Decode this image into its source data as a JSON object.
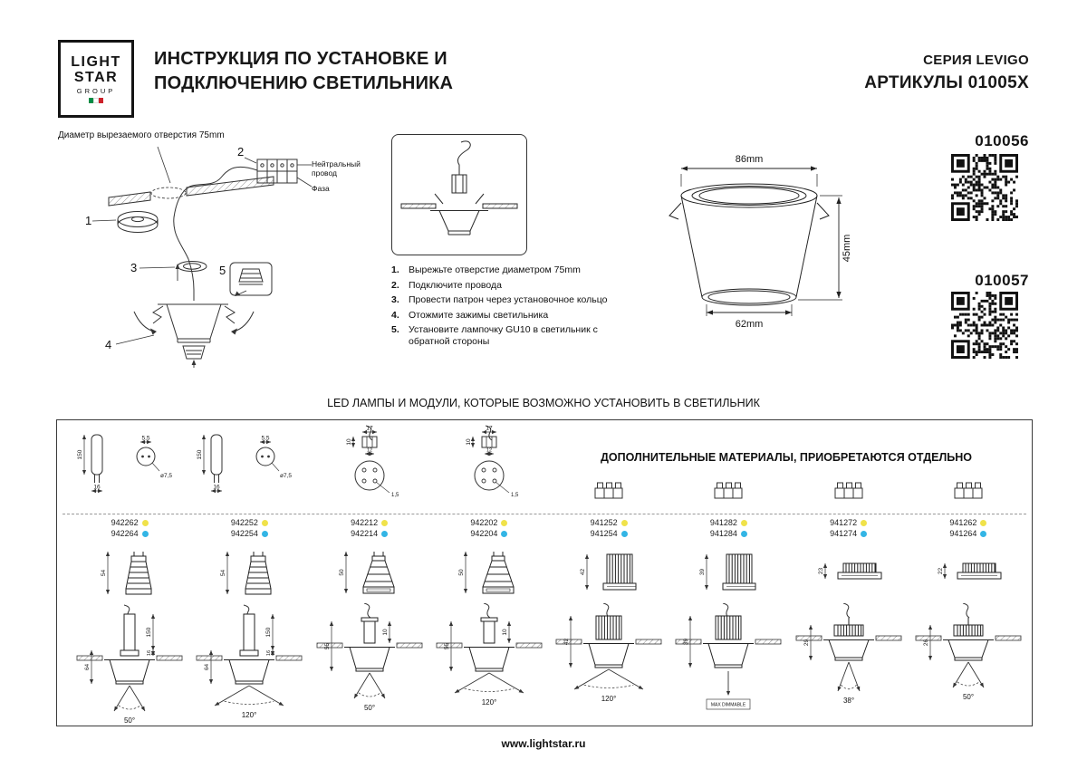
{
  "page": {
    "accent_yellow": "#f0e24a",
    "accent_blue": "#33b5e5"
  },
  "header": {
    "logo": {
      "line1": "LIGHT",
      "line2": "STAR",
      "line3": "GROUP"
    },
    "title_line1": "ИНСТРУКЦИЯ ПО УСТАНОВКЕ И",
    "title_line2": "ПОДКЛЮЧЕНИЮ СВЕТИЛЬНИКА",
    "series": "СЕРИЯ LEVIGO",
    "articles_label": "АРТИКУЛЫ 01005X"
  },
  "install": {
    "hole_label": "Диаметр вырезаемого отверстия 75mm",
    "labels": {
      "neutral": "Нейтральный провод",
      "phase": "Фаза"
    },
    "callouts": [
      "1",
      "2",
      "3",
      "4",
      "5"
    ],
    "steps": [
      {
        "num": "1.",
        "text": "Вырежьте отверстие диаметром 75mm"
      },
      {
        "num": "2.",
        "text": "Подключите провода"
      },
      {
        "num": "3.",
        "text": "Провести патрон через установочное кольцо"
      },
      {
        "num": "4.",
        "text": "Отожмите зажимы светильника"
      },
      {
        "num": "5.",
        "text": "Установите лампочку GU10 в светильник с обратной стороны"
      }
    ],
    "dimensions": {
      "top": "86mm",
      "side": "45mm",
      "bottom": "62mm"
    },
    "articles": [
      {
        "code": "010056"
      },
      {
        "code": "010057"
      }
    ]
  },
  "led": {
    "title": "LED ЛАМПЫ И МОДУЛИ, КОТОРЫЕ ВОЗМОЖНО УСТАНОВИТЬ В СВЕТИЛЬНИК",
    "additional_note": "ДОПОЛНИТЕЛЬНЫЕ МАТЕРИАЛЫ, ПРИОБРЕТАЮТСЯ ОТДЕЛЬНО",
    "columns": [
      {
        "type": "spot-long",
        "codes": [
          {
            "code": "942262",
            "dot": "yellow"
          },
          {
            "code": "942264",
            "dot": "blue"
          }
        ],
        "top_dims": {
          "length": "150",
          "width": "16",
          "pin_gap": "5,5",
          "pin_dia": "ø7,5"
        },
        "lamp_height": "54",
        "stem_dims": [
          "150",
          "16"
        ],
        "total_height": "64",
        "beam_angle": "50°"
      },
      {
        "type": "spot-long",
        "codes": [
          {
            "code": "942252",
            "dot": "yellow"
          },
          {
            "code": "942254",
            "dot": "blue"
          }
        ],
        "top_dims": {
          "length": "150",
          "width": "16",
          "pin_gap": "5,5",
          "pin_dia": "ø7,5"
        },
        "lamp_height": "54",
        "stem_dims": [
          "150",
          "16"
        ],
        "total_height": "64",
        "beam_angle": "120°"
      },
      {
        "type": "mr16",
        "codes": [
          {
            "code": "942212",
            "dot": "yellow"
          },
          {
            "code": "942214",
            "dot": "blue"
          }
        ],
        "top_dims": {
          "stem": "10",
          "width": "17",
          "inner": "12",
          "pin": "1,5"
        },
        "lamp_height": "50",
        "stem_dims": [
          "10"
        ],
        "total_height": "55",
        "beam_angle": "50°"
      },
      {
        "type": "mr16",
        "codes": [
          {
            "code": "942202",
            "dot": "yellow"
          },
          {
            "code": "942204",
            "dot": "blue"
          }
        ],
        "top_dims": {
          "stem": "10",
          "width": "17",
          "inner": "12",
          "pin": "1,5"
        },
        "lamp_height": "50",
        "stem_dims": [
          "10"
        ],
        "total_height": "55",
        "beam_angle": "120°"
      },
      {
        "type": "cob",
        "codes": [
          {
            "code": "941252",
            "dot": "yellow"
          },
          {
            "code": "941254",
            "dot": "blue"
          }
        ],
        "lamp_height": "42",
        "total_height": "42",
        "beam_angle": "120°"
      },
      {
        "type": "cob",
        "codes": [
          {
            "code": "941282",
            "dot": "yellow"
          },
          {
            "code": "941284",
            "dot": "blue"
          }
        ],
        "lamp_height": "39",
        "total_height": "39",
        "beam_angle": "",
        "note": "MAX DIMMABLE"
      },
      {
        "type": "slim",
        "codes": [
          {
            "code": "941272",
            "dot": "yellow"
          },
          {
            "code": "941274",
            "dot": "blue"
          }
        ],
        "lamp_height": "23",
        "total_height": "29",
        "beam_angle": "38°"
      },
      {
        "type": "slim",
        "codes": [
          {
            "code": "941262",
            "dot": "yellow"
          },
          {
            "code": "941264",
            "dot": "blue"
          }
        ],
        "lamp_height": "22",
        "total_height": "26",
        "beam_angle": "50°"
      }
    ]
  },
  "footer": {
    "url": "www.lightstar.ru"
  }
}
